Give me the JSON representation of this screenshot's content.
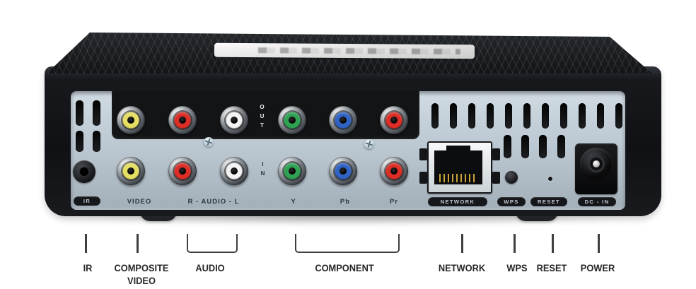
{
  "colors": {
    "body_black": "#17191c",
    "panel_silver": "#bcc8d2",
    "composite_yellow": "#e6df63",
    "audio_red": "#dc2d26",
    "audio_white": "#f3f3f3",
    "component_green": "#2fa254",
    "component_blue": "#2f63c5",
    "component_red": "#dc2d26",
    "marker_gray": "#3f3f3f"
  },
  "rear_panel": {
    "out_label": "OUT",
    "in_label": "IN",
    "badges": {
      "ir": "IR",
      "network": "NETWORK",
      "wps": "WPS",
      "reset": "RESET",
      "dc_in": "DC - IN"
    },
    "labels": {
      "video": "VIDEO",
      "audio": "R - AUDIO - L",
      "y": "Y",
      "pb": "Pb",
      "pr": "Pr"
    }
  },
  "callouts": {
    "ir": "IR",
    "composite_video": "COMPOSITE VIDEO",
    "audio": "AUDIO",
    "component": "COMPONENT",
    "network": "NETWORK",
    "wps": "WPS",
    "reset": "RESET",
    "power": "POWER"
  }
}
